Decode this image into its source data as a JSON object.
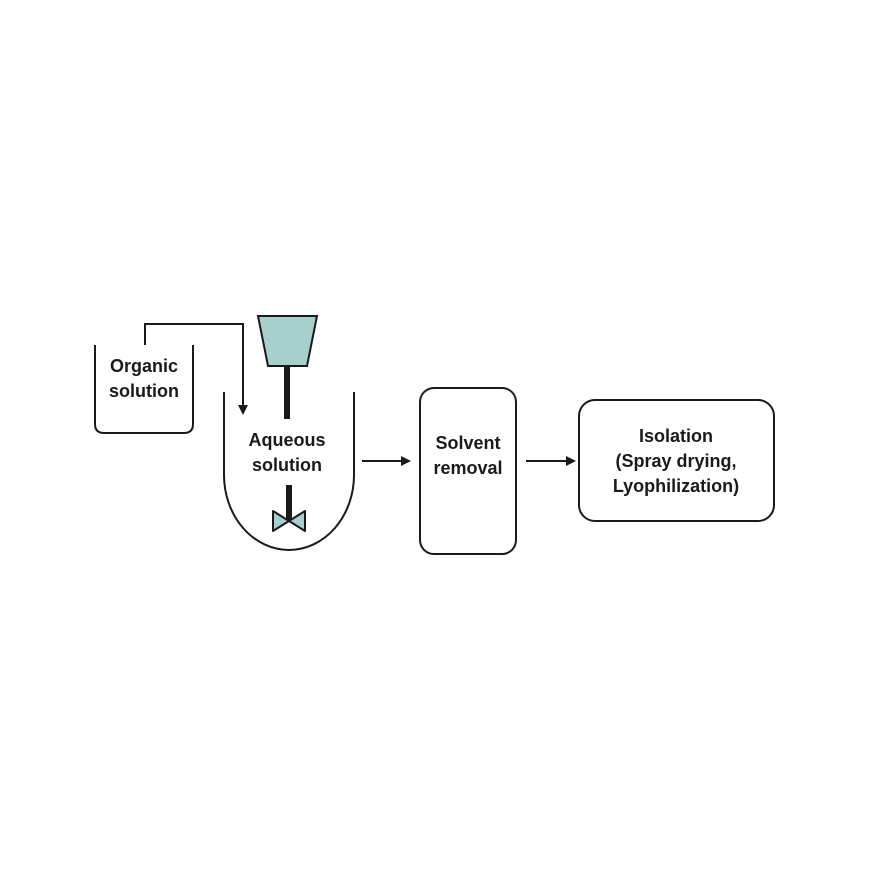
{
  "labels": {
    "organic_line1": "Organic",
    "organic_line2": "solution",
    "aqueous_line1": "Aqueous",
    "aqueous_line2": "solution",
    "solvent_line1": "Solvent",
    "solvent_line2": "removal",
    "isolation_line1": "Isolation",
    "isolation_line2": "(Spray drying,",
    "isolation_line3": "Lyophilization)"
  },
  "colors": {
    "line": "#1a1a1a",
    "funnel_fill": "#a7cfcd",
    "impeller_fill": "#a7cfcd"
  }
}
